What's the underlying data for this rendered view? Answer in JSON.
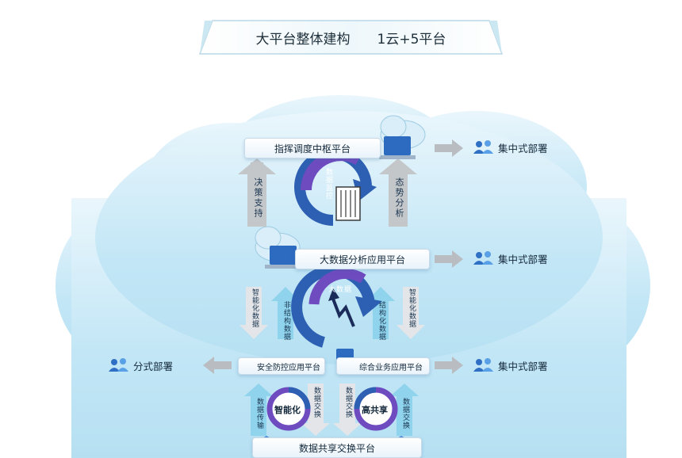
{
  "title": {
    "main": "大平台整体建构",
    "sub": "1云+5平台"
  },
  "platforms": {
    "command": "指挥调度中枢平台",
    "bigdata": "大数据分析应用平台",
    "security": "安全防控应用平台",
    "business": "综合业务应用平台",
    "exchange": "数据共享交换平台"
  },
  "deploy": {
    "central_1": "集中式部署",
    "central_2": "集中式部署",
    "central_3": "集中式部署",
    "distributed": "分式部署"
  },
  "labels": {
    "decision": "决策支持",
    "situation": "态势分析",
    "monitor": "数据监控",
    "bigdata_circle": "大数据",
    "unstructured_down": "智能化数据",
    "unstructured_up": "非结构数据",
    "structured_up": "结构化数据",
    "smart_down": "智能化数据",
    "data_transfer": "数据传输",
    "data_exchange_1": "数据交换",
    "data_exchange_2": "数据交换",
    "data_exchange_3": "数据交换",
    "smart": "智能化",
    "shared": "高共享"
  },
  "colors": {
    "accent": "#2f6fc4",
    "cloud": "#bfe3f4",
    "purple": "#6a3fb5"
  }
}
